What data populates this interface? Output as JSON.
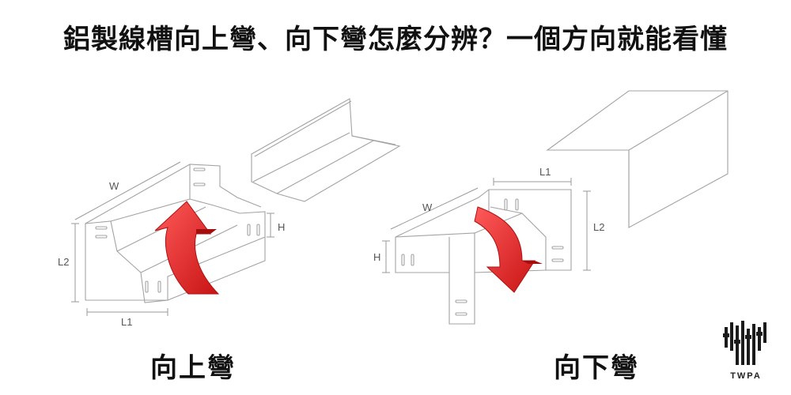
{
  "title": "鋁製線槽向上彎、向下彎怎麼分辨？一個方向就能看懂",
  "captions": {
    "left": "向上彎",
    "right": "向下彎"
  },
  "dimensions": {
    "left": {
      "w": "W",
      "l2": "L2",
      "l1": "L1",
      "h": "H"
    },
    "right": {
      "w": "W",
      "l1": "L1",
      "l2": "L2",
      "h": "H"
    }
  },
  "logo": {
    "text": "TWPA"
  },
  "colors": {
    "arrow": "#e8282b",
    "line": "#9a9a9a",
    "text": "#111111"
  },
  "icons": {
    "left_arrow": "curved-arrow-up-icon",
    "right_arrow": "curved-arrow-down-icon"
  }
}
